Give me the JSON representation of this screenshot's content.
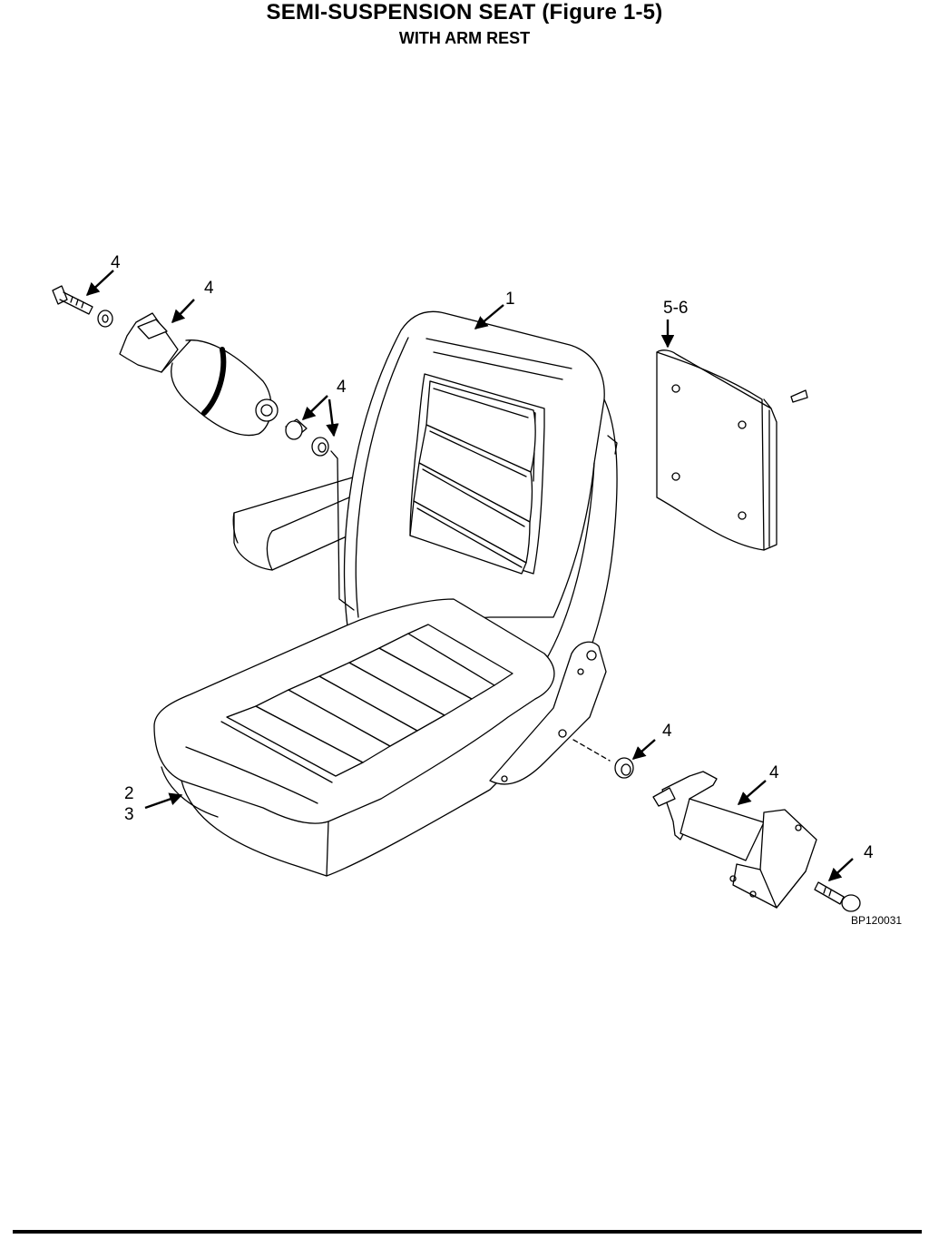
{
  "header": {
    "title": "SEMI-SUSPENSION SEAT (Figure 1-5)",
    "subtitle": "WITH ARM REST"
  },
  "callouts": {
    "c1": "1",
    "c2": "2",
    "c3": "3",
    "c4": "4",
    "c56": "5-6"
  },
  "figure_code": "BP120031"
}
